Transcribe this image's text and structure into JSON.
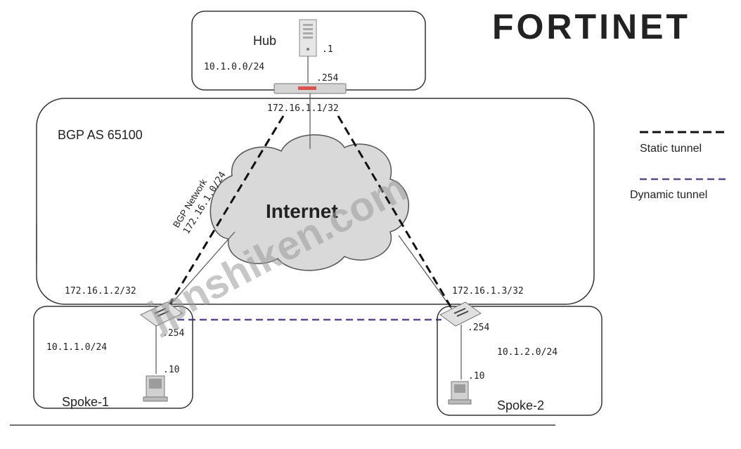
{
  "brand": {
    "logo_text": "FORTINET",
    "logo_color": "#7a7a7a",
    "accent_color": "#e8463a"
  },
  "hub": {
    "title": "Hub",
    "lan": "10.1.0.0/24",
    "server_ip": ".1",
    "gw_ip": ".254",
    "public_ip": "172.16.1.1/32"
  },
  "as_region": {
    "label": "BGP AS 65100"
  },
  "bgp_network": {
    "label": "BGP Network",
    "value": "172.16.1.0/24"
  },
  "internet": {
    "label": "Internet"
  },
  "spoke1": {
    "title": "Spoke-1",
    "public_ip": "172.16.1.2/32",
    "gw_ip": ".254",
    "lan": "10.1.1.0/24",
    "host_ip": ".10"
  },
  "spoke2": {
    "title": "Spoke-2",
    "public_ip": "172.16.1.3/32",
    "gw_ip": ".254",
    "lan": "10.1.2.0/24",
    "host_ip": ".10"
  },
  "legend": {
    "static": {
      "label": "Static tunnel",
      "color": "#111111"
    },
    "dynamic": {
      "label": "Dynamic tunnel",
      "color": "#5a4a8a"
    }
  },
  "watermark": "jpnshiken.com"
}
